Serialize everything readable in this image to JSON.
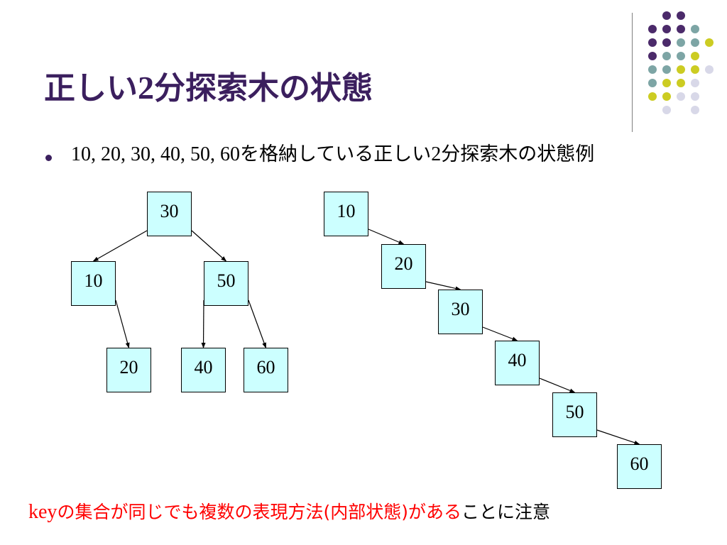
{
  "slide": {
    "title_pre": "正しい",
    "title_num": "2",
    "title_post": "分探索木の状態",
    "bullet_serif": "10, 20, 30, 40, 50, 60",
    "bullet_rest": "を格納している正しい",
    "bullet_num": "2",
    "bullet_rest2": "分探索木の状態例",
    "note_key": "key",
    "note_mid": "の集合が同じでも複数の表現方法",
    "note_paren": "(内部状態)",
    "note_after": "がある",
    "note_black": "ことに注意"
  },
  "colors": {
    "title": "#3b1f5e",
    "node_fill": "#ccffff",
    "note_red": "#ff0000",
    "dot_purple": "#4b2a6a",
    "dot_teal": "#7da5a5",
    "dot_yellow": "#cccc22",
    "dot_lavender": "#d8d8e8"
  },
  "tree_balanced": {
    "nodes": [
      {
        "id": "b30",
        "label": "30"
      },
      {
        "id": "b10",
        "label": "10"
      },
      {
        "id": "b50",
        "label": "50"
      },
      {
        "id": "b20",
        "label": "20"
      },
      {
        "id": "b40",
        "label": "40"
      },
      {
        "id": "b60",
        "label": "60"
      }
    ],
    "edges": [
      [
        "b30",
        "b10"
      ],
      [
        "b30",
        "b50"
      ],
      [
        "b10",
        "b20"
      ],
      [
        "b50",
        "b40"
      ],
      [
        "b50",
        "b60"
      ]
    ]
  },
  "tree_skewed": {
    "nodes": [
      {
        "id": "s10",
        "label": "10"
      },
      {
        "id": "s20",
        "label": "20"
      },
      {
        "id": "s30",
        "label": "30"
      },
      {
        "id": "s40",
        "label": "40"
      },
      {
        "id": "s50",
        "label": "50"
      },
      {
        "id": "s60",
        "label": "60"
      }
    ],
    "edges": [
      [
        "s10",
        "s20"
      ],
      [
        "s20",
        "s30"
      ],
      [
        "s30",
        "s40"
      ],
      [
        "s40",
        "s50"
      ],
      [
        "s50",
        "s60"
      ]
    ]
  }
}
